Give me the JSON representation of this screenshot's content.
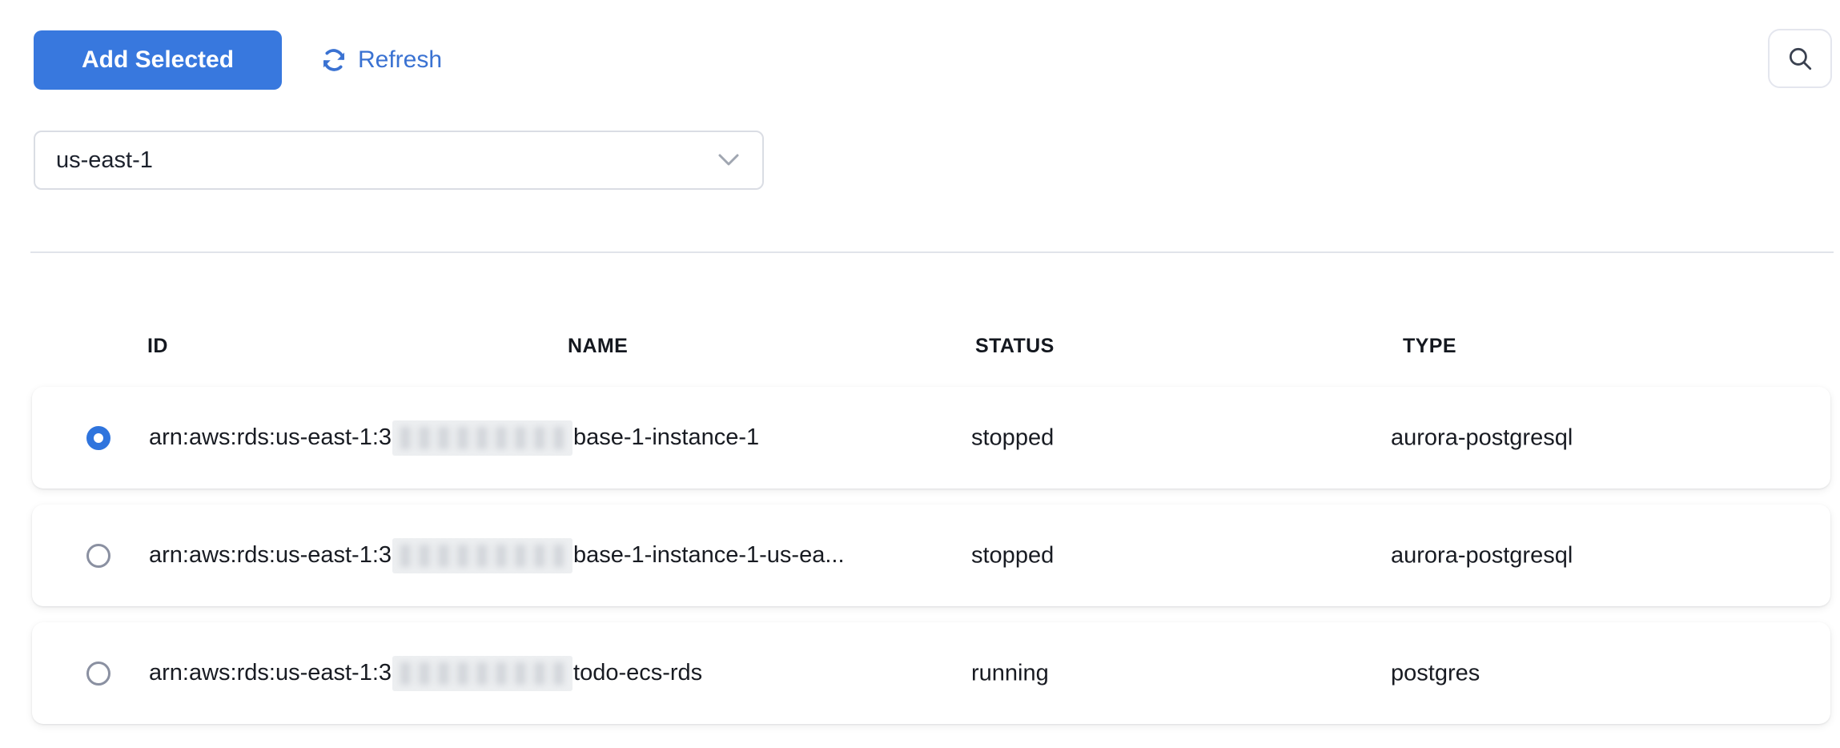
{
  "toolbar": {
    "add_selected_label": "Add Selected",
    "refresh_label": "Refresh"
  },
  "region_select": {
    "value": "us-east-1"
  },
  "table": {
    "columns": [
      "ID",
      "NAME",
      "STATUS",
      "TYPE"
    ],
    "rows": [
      {
        "selected": true,
        "id_prefix": "arn:aws:rds:us-east-1:3",
        "id_redacted": true,
        "id_suffix": "base-1-instance-1",
        "status": "stopped",
        "type": "aurora-postgresql"
      },
      {
        "selected": false,
        "id_prefix": "arn:aws:rds:us-east-1:3",
        "id_redacted": true,
        "id_suffix": "base-1-instance-1-us-ea...",
        "status": "stopped",
        "type": "aurora-postgresql"
      },
      {
        "selected": false,
        "id_prefix": "arn:aws:rds:us-east-1:3",
        "id_redacted": true,
        "id_suffix": "todo-ecs-rds",
        "status": "running",
        "type": "postgres"
      }
    ]
  },
  "colors": {
    "accent_blue": "#3878de",
    "link_blue": "#3a72d2",
    "radio_selected_blue": "#2f74dd"
  }
}
